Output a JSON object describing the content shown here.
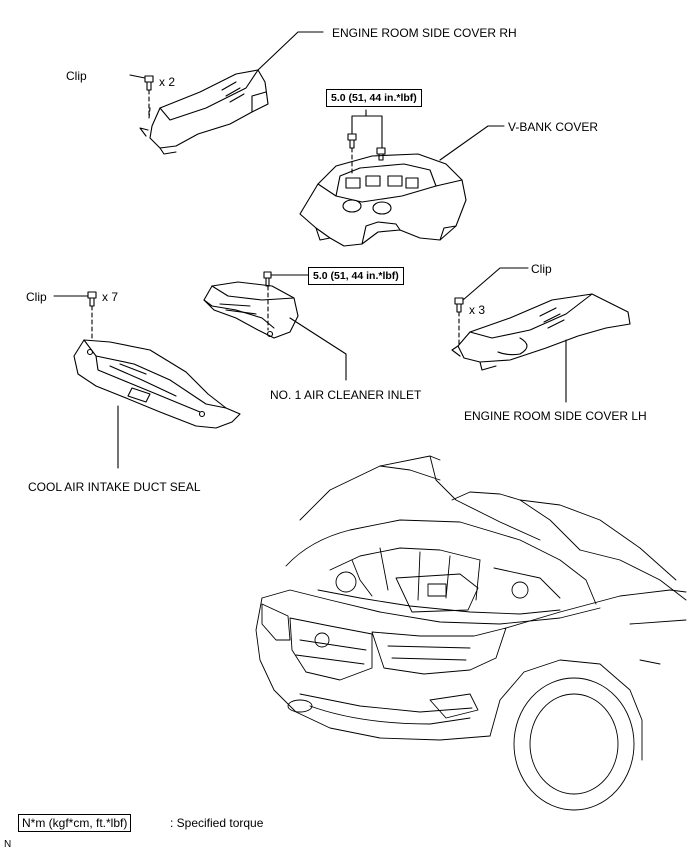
{
  "labels": {
    "engine_room_side_cover_rh": "ENGINE ROOM SIDE COVER RH",
    "v_bank_cover": "V-BANK COVER",
    "no1_air_cleaner_inlet": "NO. 1 AIR CLEANER INLET",
    "engine_room_side_cover_lh": "ENGINE ROOM SIDE COVER LH",
    "cool_air_intake_duct_seal": "COOL AIR INTAKE DUCT SEAL",
    "clip_rh": "Clip",
    "clip_rh_qty": "x 2",
    "clip_seal": "Clip",
    "clip_seal_qty": "x 7",
    "clip_lh": "Clip",
    "clip_lh_qty": "x 3"
  },
  "torque": {
    "v_bank": "5.0 (51, 44 in.*lbf)",
    "air_inlet": "5.0 (51, 44 in.*lbf)"
  },
  "legend": {
    "unit_box": "N*m (kgf*cm, ft.*lbf)",
    "description": ": Specified torque"
  },
  "corner_mark": "N"
}
